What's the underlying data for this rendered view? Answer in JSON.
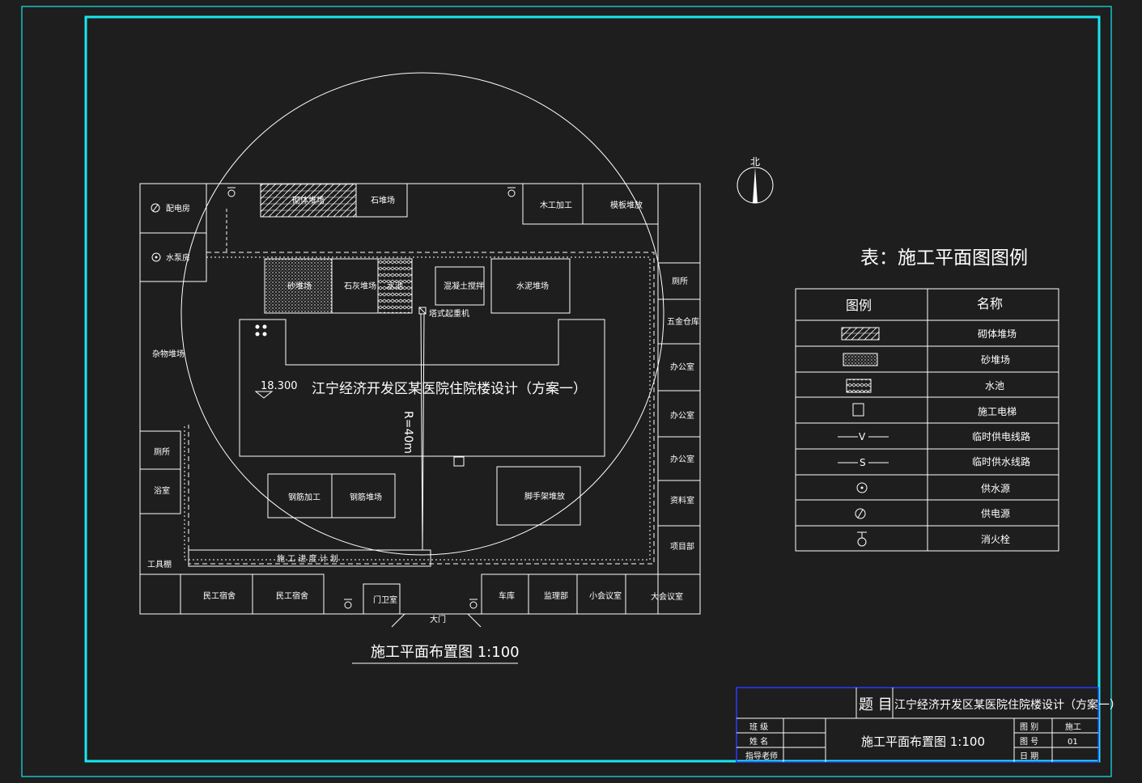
{
  "drawing": {
    "building_title": "江宁经济开发区某医院住院楼设计（方案一）",
    "elevation": "18.300",
    "radius_label": "R=40m",
    "north_label": "北",
    "plan_title": "施工平面布置图  1:100",
    "crane_label": "塔式起重机",
    "gate_label": "大门",
    "progress_label": "施 工 进 度 计 划"
  },
  "site_rooms": {
    "power": "配电房",
    "pump": "水泵房",
    "sundry": "杂物堆场",
    "masonry_yard": "砌体堆场",
    "stone_yard": "石堆场",
    "wood_process": "木工加工",
    "form_yard": "模板堆放",
    "sand_yard": "砂堆场",
    "lime_yard": "石灰堆场",
    "pool": "水池",
    "concrete_mix": "混凝土搅拌",
    "cement_yard": "水泥堆场",
    "toilet_r": "厕所",
    "hardware": "五金仓库",
    "office1": "办公室",
    "office2": "办公室",
    "office3": "办公室",
    "data_room": "资料室",
    "project_dept": "项目部",
    "toilet_l": "厕所",
    "bath": "浴室",
    "tool_shed": "工具棚",
    "rebar_process": "钢筋加工",
    "rebar_yard": "钢筋堆场",
    "scaffold_yard": "脚手架堆放",
    "dorm1": "民工宿舍",
    "dorm2": "民工宿舍",
    "guard": "门卫室",
    "garage": "车库",
    "supervision": "监理部",
    "small_meeting": "小会议室",
    "big_meeting": "大会议室"
  },
  "legend": {
    "title": "表：施工平面图图例",
    "col_symbol": "图例",
    "col_name": "名称",
    "rows": [
      {
        "name": "砌体堆场",
        "icon": "hatch-icon"
      },
      {
        "name": "砂堆场",
        "icon": "dots-icon"
      },
      {
        "name": "水池",
        "icon": "wave-icon"
      },
      {
        "name": "施工电梯",
        "icon": "elevator-icon"
      },
      {
        "name": "临时供电线路",
        "icon": "power-line-icon",
        "symbol": "V"
      },
      {
        "name": "临时供水线路",
        "icon": "water-line-icon",
        "symbol": "S"
      },
      {
        "name": "供水源",
        "icon": "water-source-icon"
      },
      {
        "name": "供电源",
        "icon": "power-source-icon"
      },
      {
        "name": "消火栓",
        "icon": "hydrant-icon"
      }
    ]
  },
  "title_block": {
    "label_title": "题  目",
    "project": "江宁经济开发区某医院住院楼设计（方案一）",
    "drawing_name": "施工平面布置图   1:100",
    "label_class": "班  级",
    "label_name": "姓  名",
    "label_teacher": "指导老师",
    "label_category": "图  别",
    "label_number": "图  号",
    "label_date": "日  期",
    "category": "施工",
    "number": "01"
  },
  "colors": {
    "background": "#1e1e1e",
    "frame": "#19e6f0",
    "lines": "#ffffff",
    "title_frame": "#2a3cff"
  }
}
